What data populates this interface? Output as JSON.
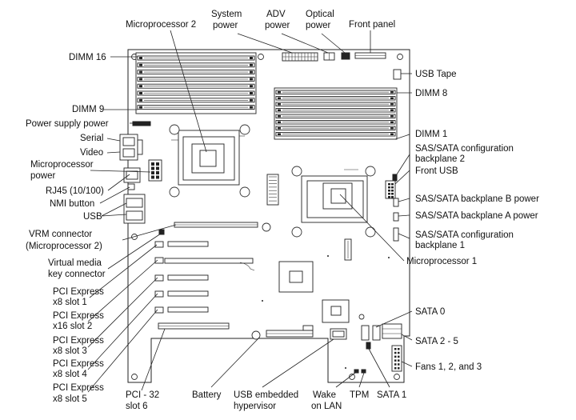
{
  "labels": {
    "microprocessor_2": "Microprocessor 2",
    "system_power_1": "System",
    "system_power_2": "power",
    "adv_power_1": "ADV",
    "adv_power_2": "power",
    "optical_power_1": "Optical",
    "optical_power_2": "power",
    "front_panel": "Front panel",
    "dimm_16": "DIMM 16",
    "usb_tape": "USB Tape",
    "dimm_8": "DIMM 8",
    "dimm_9": "DIMM 9",
    "power_supply_power": "Power supply power",
    "serial": "Serial",
    "video": "Video",
    "dimm_1": "DIMM 1",
    "microprocessor_power_1": "Microprocessor",
    "microprocessor_power_2": "power",
    "sas_cfg_bp2_1": "SAS/SATA configuration",
    "sas_cfg_bp2_2": "backplane 2",
    "front_usb": "Front USB",
    "rj45": "RJ45 (10/100)",
    "nmi_button": "NMI button",
    "sas_bp_b_power": "SAS/SATA backplane B power",
    "usb": "USB",
    "sas_bp_a_power": "SAS/SATA backplane A power",
    "vrm_1": "VRM connector",
    "vrm_2": "(Microprocessor 2)",
    "sas_cfg_bp1_1": "SAS/SATA configuration",
    "sas_cfg_bp1_2": "backplane 1",
    "virtual_media_1": "Virtual media",
    "virtual_media_2": "key connector",
    "microprocessor_1": "Microprocessor 1",
    "pcie_slot1_1": "PCI Express",
    "pcie_slot1_2": "x8 slot 1",
    "pcie_slot2_1": "PCI Express",
    "pcie_slot2_2": "x16 slot 2",
    "sata_0": "SATA 0",
    "pcie_slot3_1": "PCI Express",
    "pcie_slot3_2": "x8 slot 3",
    "sata_2_5": "SATA 2 - 5",
    "pcie_slot4_1": "PCI Express",
    "pcie_slot4_2": "x8 slot 4",
    "fans": "Fans 1, 2, and 3",
    "pcie_slot5_1": "PCI Express",
    "pcie_slot5_2": "x8 slot 5",
    "pci32_1": "PCI - 32",
    "pci32_2": "slot 6",
    "battery": "Battery",
    "usb_hyp_1": "USB embedded",
    "usb_hyp_2": "hypervisor",
    "wol_1": "Wake",
    "wol_2": "on LAN",
    "tpm": "TPM",
    "sata_1": "SATA 1"
  }
}
